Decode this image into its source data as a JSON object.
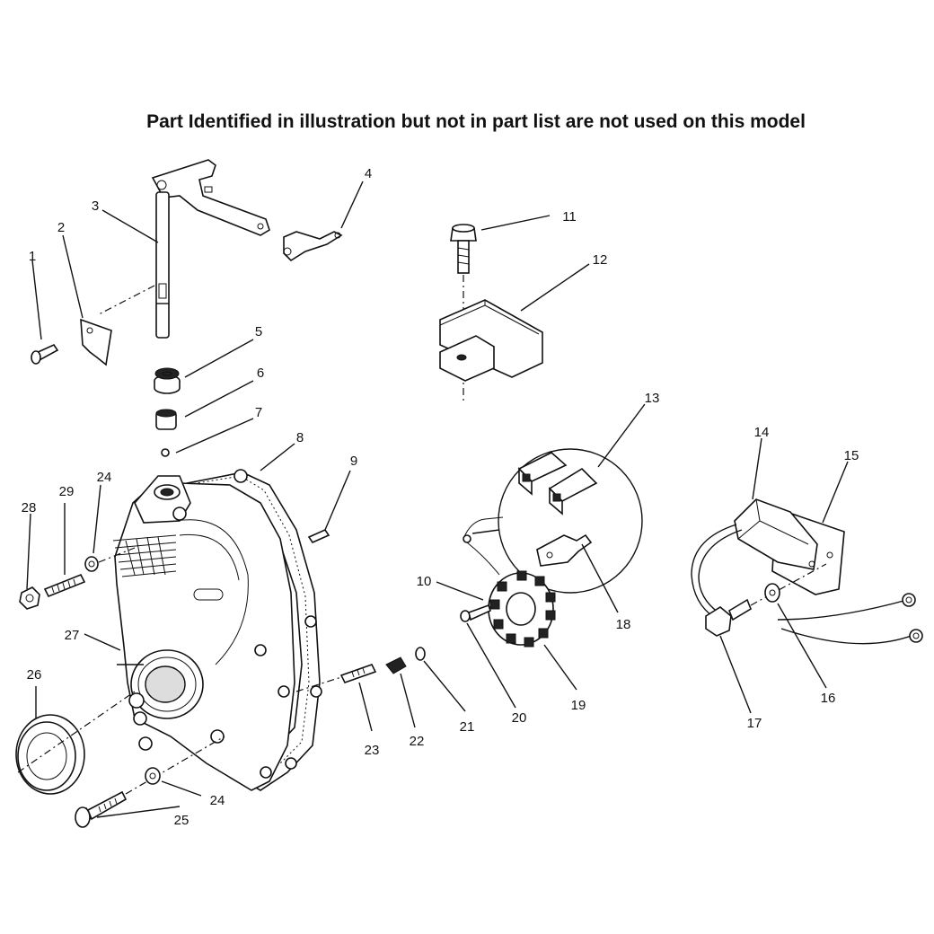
{
  "title": "Part Identified in illustration but not in part list are not used on this model",
  "callouts": [
    "1",
    "2",
    "3",
    "4",
    "5",
    "6",
    "7",
    "8",
    "9",
    "10",
    "11",
    "12",
    "13",
    "14",
    "15",
    "16",
    "17",
    "18",
    "19",
    "20",
    "21",
    "22",
    "23",
    "24",
    "25",
    "26",
    "27",
    "28",
    "29"
  ],
  "callout_24_second": "24"
}
